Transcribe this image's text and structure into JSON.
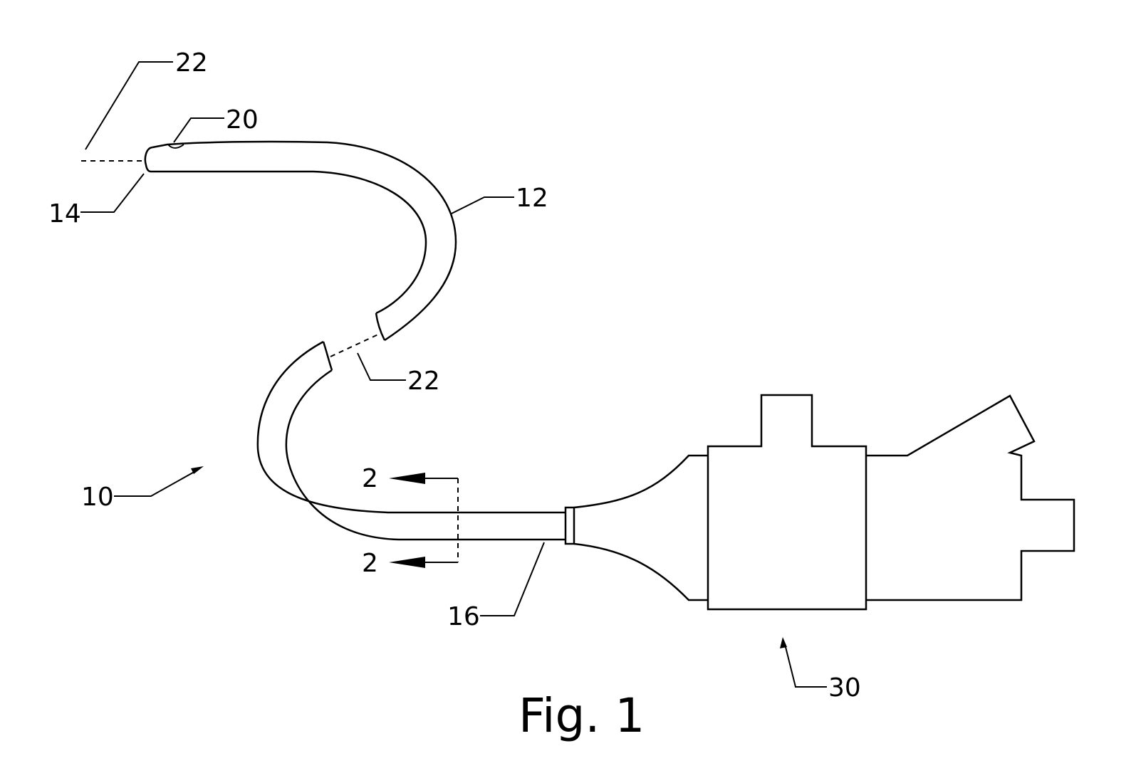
{
  "figure": {
    "caption": "Fig. 1",
    "reference_numerals": {
      "assembly": "10",
      "tube": "12",
      "distal_end": "14",
      "proximal_end": "16",
      "tip_feature": "20",
      "axis_top": "22",
      "axis_break": "22",
      "handle": "30",
      "section_upper": "2",
      "section_lower": "2"
    }
  }
}
